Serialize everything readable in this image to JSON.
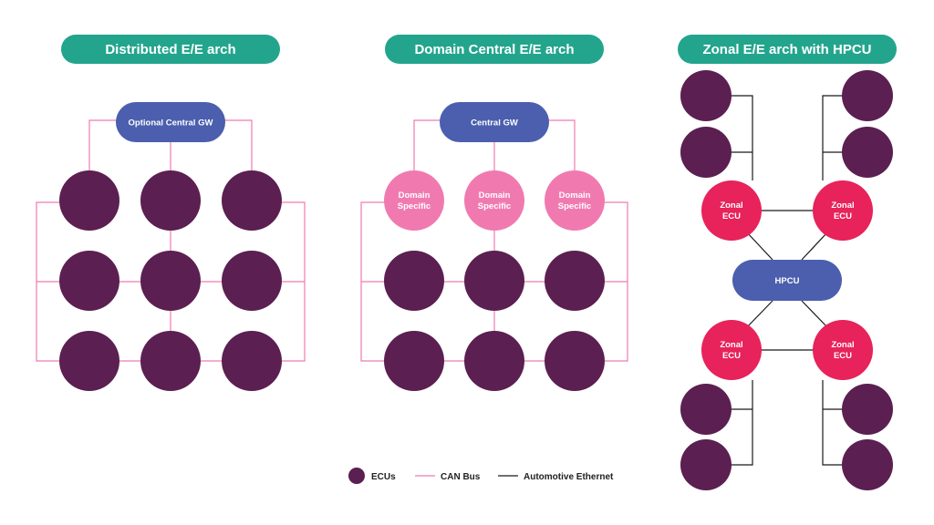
{
  "colors": {
    "title_bg": "#22a58c",
    "gateway": "#4b5fae",
    "ecu": "#5b1f51",
    "domain": "#f07ab0",
    "zonal": "#e8225a",
    "can_bus": "#f07ab0",
    "ethernet": "#1a1a1a"
  },
  "panels": {
    "distributed": {
      "title": "Distributed E/E arch",
      "gateway_label": "Optional Central GW"
    },
    "domain_central": {
      "title": "Domain Central E/E arch",
      "gateway_label": "Central GW",
      "domain_labels": [
        [
          "Domain",
          "Specific"
        ],
        [
          "Domain",
          "Specific"
        ],
        [
          "Domain",
          "Specific"
        ]
      ]
    },
    "zonal": {
      "title": "Zonal E/E arch with HPCU",
      "hub_label": "HPCU",
      "zonal_labels": [
        [
          "Zonal",
          "ECU"
        ],
        [
          "Zonal",
          "ECU"
        ],
        [
          "Zonal",
          "ECU"
        ],
        [
          "Zonal",
          "ECU"
        ]
      ]
    }
  },
  "legend": {
    "ecus": "ECUs",
    "can_bus": "CAN Bus",
    "ethernet": "Automotive Ethernet"
  }
}
